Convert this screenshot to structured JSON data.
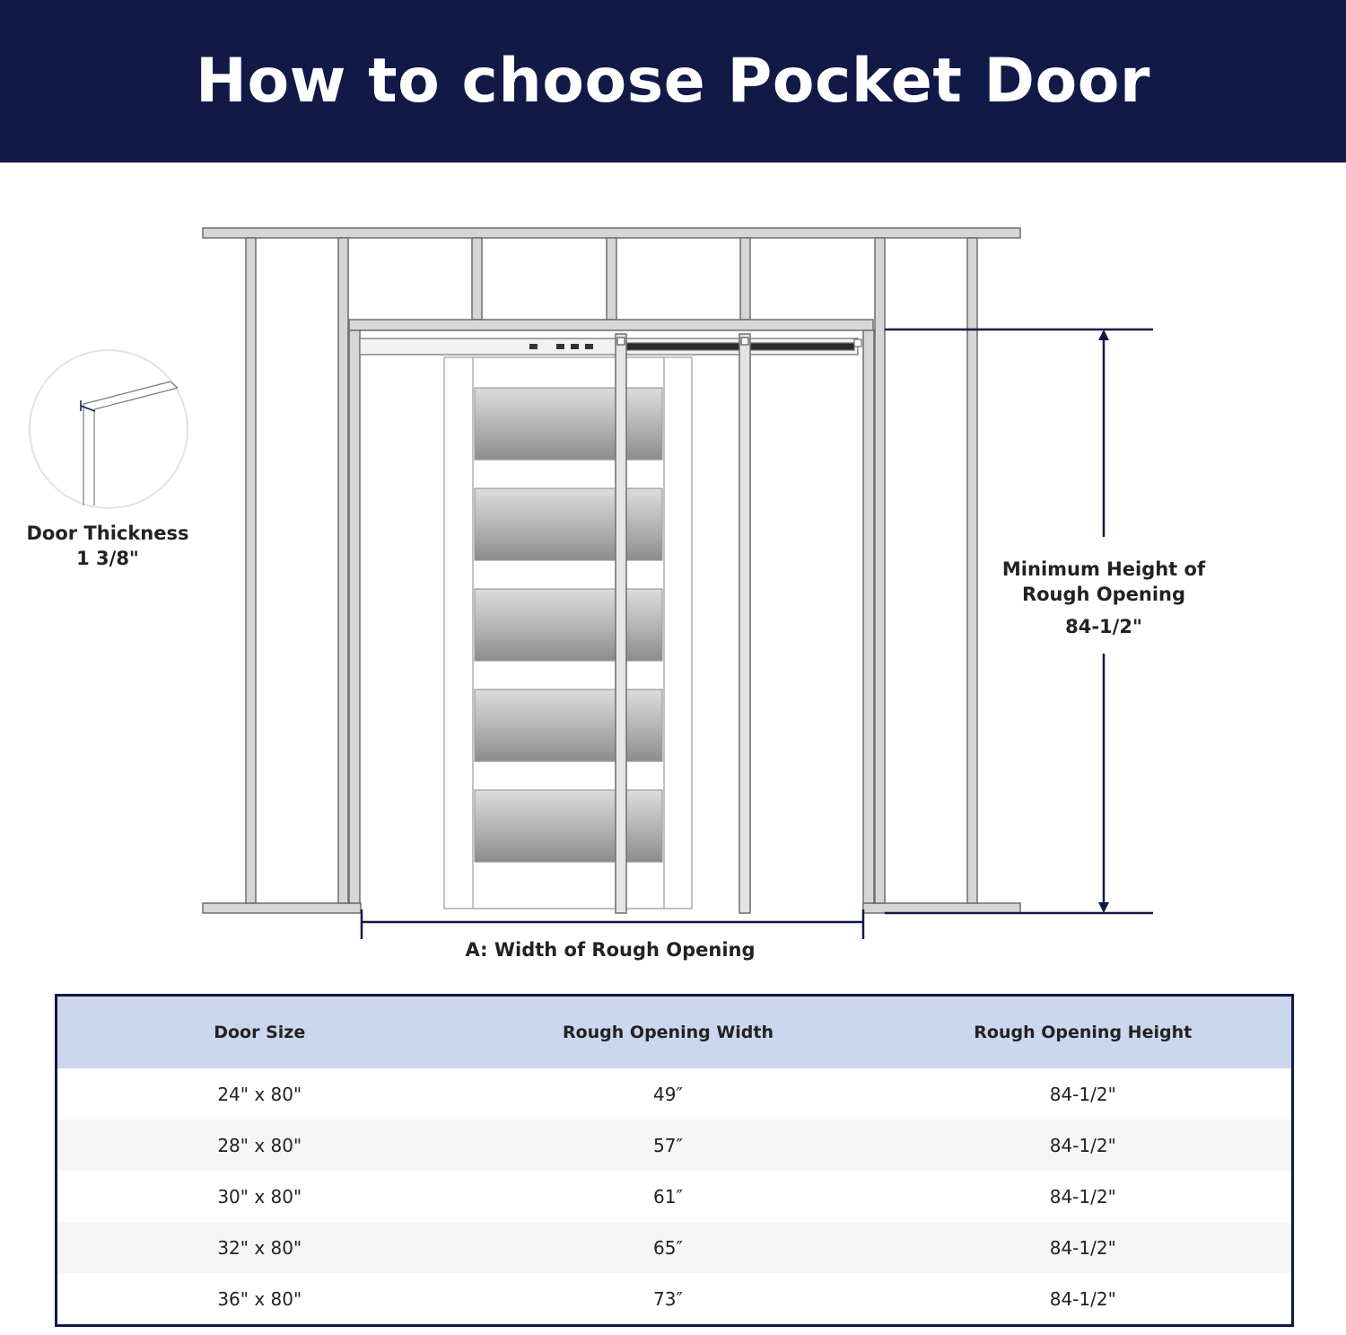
{
  "title": "How to choose Pocket Door",
  "diagram": {
    "door_thickness_label": "Door Thickness",
    "door_thickness_value": "1 3/8\"",
    "min_height_label_line1": "Minimum Height of",
    "min_height_label_line2": "Rough Opening",
    "min_height_value": "84-1/2\"",
    "width_label": "A: Width of Rough Opening",
    "colors": {
      "header_bg": "#111947",
      "dimension_line": "#111947",
      "stud": "#d6d6d6",
      "glass_dark": "#8c8c8c",
      "table_header_bg": "#cbd7ee"
    }
  },
  "table": {
    "headers": [
      "Door Size",
      "Rough Opening Width",
      "Rough Opening Height"
    ],
    "rows": [
      [
        "24\" x 80\"",
        "49″",
        "84-1/2\""
      ],
      [
        "28\" x 80\"",
        "57″",
        "84-1/2\""
      ],
      [
        "30\" x 80\"",
        "61″",
        "84-1/2\""
      ],
      [
        "32\" x 80\"",
        "65″",
        "84-1/2\""
      ],
      [
        "36\" x 80\"",
        "73″",
        "84-1/2\""
      ]
    ]
  }
}
